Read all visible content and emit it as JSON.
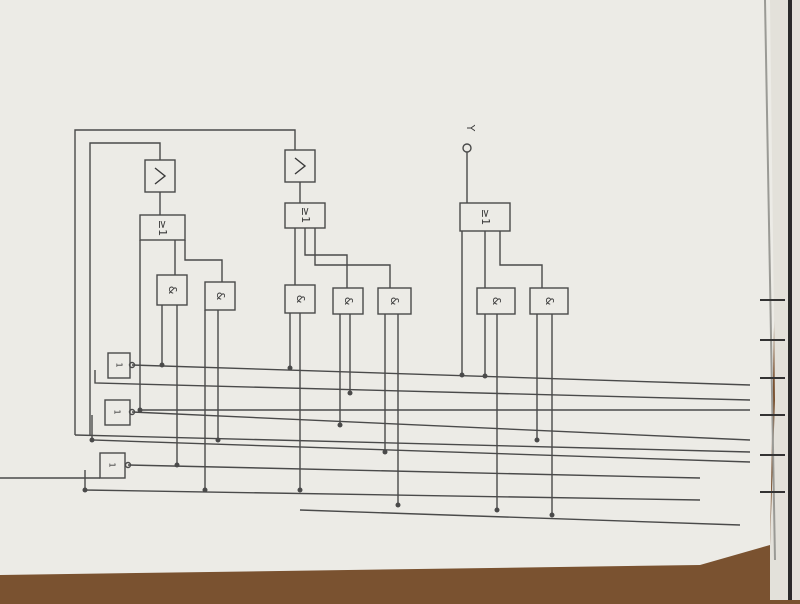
{
  "labels": {
    "output_pin": "Y",
    "or_gate": "≥1",
    "and_gate": "&",
    "inverter_gate": "1"
  },
  "colors": {
    "paper": "#ecebe6",
    "paper_shadow": "#d8d6cf",
    "table": "#7a5230",
    "pencil": "#4a4a4a"
  }
}
